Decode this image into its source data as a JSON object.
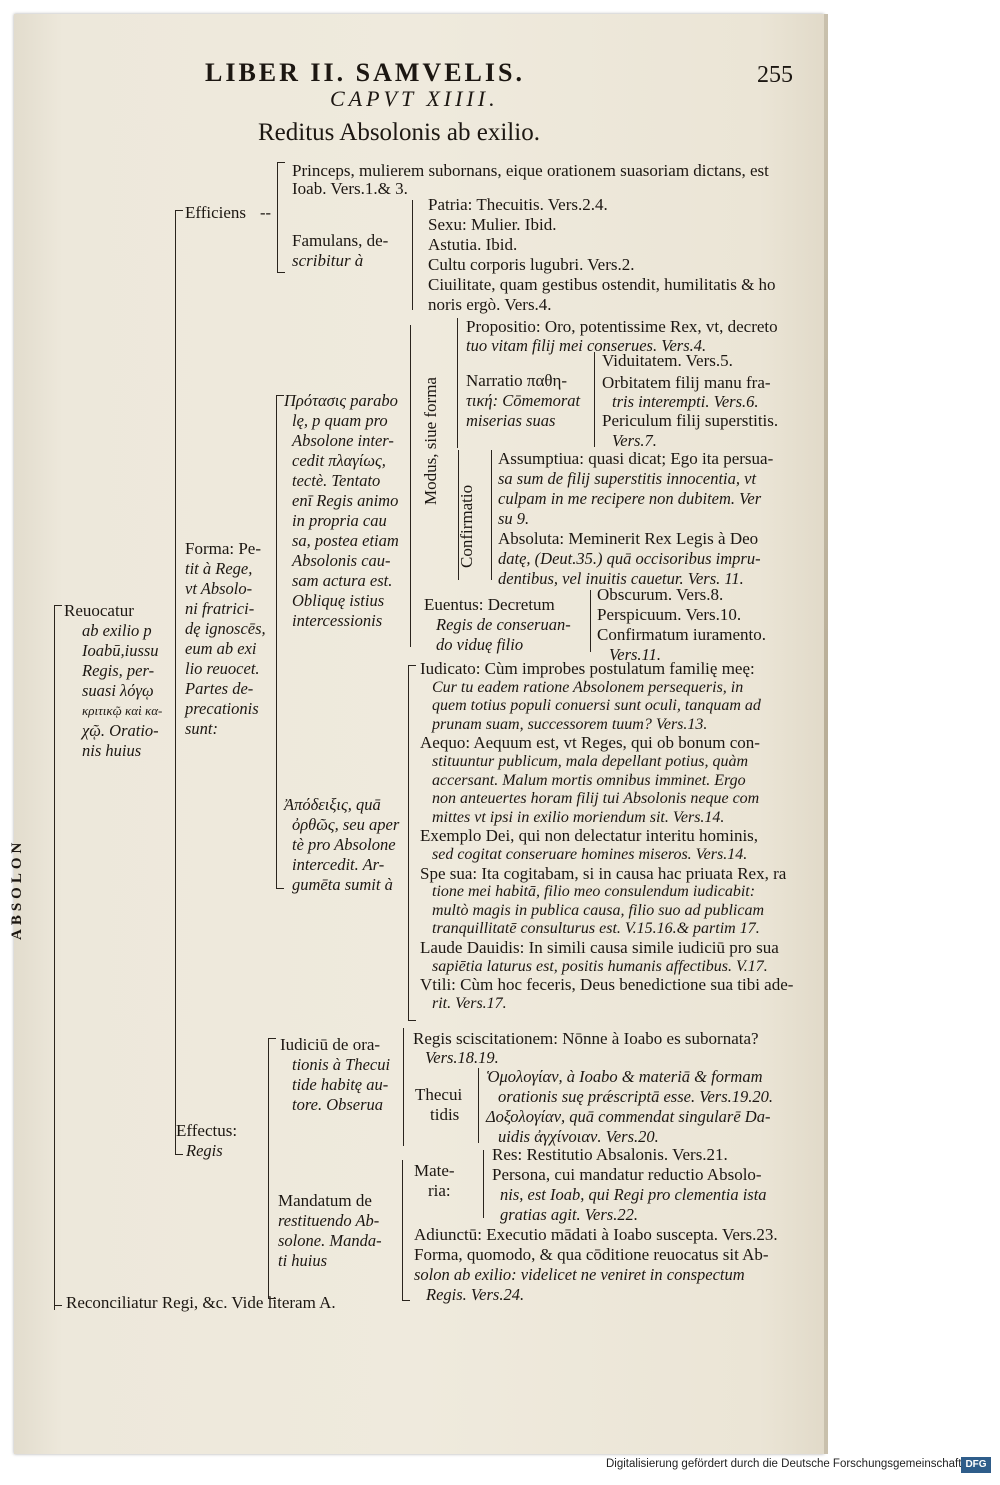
{
  "header": {
    "running_title": "LIBER II. SAMVELIS.",
    "page_number": "255",
    "chapter": "CAPVT XIIII.",
    "heading": "Reditus Absolonis ab exilio."
  },
  "side_label": "ABSOLON",
  "tree": {
    "efficiens": "Efficiens",
    "princeps_1": "Princeps, mulierem subornans, eique orationem suasoriam dictans, est",
    "princeps_2": "Ioab. Vers.1.& 3.",
    "famulans_1": "Famulans, de-",
    "famulans_2": "scribitur à",
    "fam_patria": "Patria: Thecuitis. Vers.2.4.",
    "fam_sexu": "Sexu: Mulier. Ibid.",
    "fam_astutia": "Astutia. Ibid.",
    "fam_cultu": "Cultu corporis lugubri. Vers.2.",
    "fam_ciuil_1": "Ciuilitate, quam gestibus ostendit, humilitatis & ho",
    "fam_ciuil_2": "noris ergò. Vers.4.",
    "reuocatur": [
      "Reuocatur",
      "ab exilio p",
      "Ioabū,iussu",
      "Regis, per-",
      "suasi λόγῳ",
      "κριτικῷ καὶ κα-",
      "χῷ. Oratio-",
      "nis huius"
    ],
    "forma": [
      "Forma: Pe-",
      "tit à Rege,",
      "vt Absolo-",
      "ni fratrici-",
      "dę ignoscēs,",
      "eum ab exi",
      "lio reuocet.",
      "Partes de-",
      "precationis",
      "sunt:"
    ],
    "protasis": [
      "Πρότασις parabo",
      "lę, p quam pro",
      "Absolone inter-",
      "cedit πλαγίως,",
      "tectè. Tentato",
      "enī Regis animo",
      "in propria cau",
      "sa, postea etiam",
      "Absolonis cau-",
      "sam actura est.",
      "Obliquę istius",
      "intercessionis"
    ],
    "modus_label": "Modus, siue forma",
    "confirmatio_label": "Confirmatio",
    "propositio_1": "Propositio: Oro, potentissime Rex, vt, decreto",
    "propositio_2": "tuo vitam filij mei conserues. Vers.4.",
    "narratio": [
      "Narratio παθη-",
      "τική: Cōmemorat",
      "miserias suas"
    ],
    "narr_viduitatem": "Viduitatem. Vers.5.",
    "narr_orbitatem_1": "Orbitatem filij manu fra-",
    "narr_orbitatem_2": "tris interempti. Vers.6.",
    "narr_periculum_1": "Periculum filij superstitis.",
    "narr_periculum_2": "Vers.7.",
    "assumptiua": [
      "Assumptiua: quasi dicat; Ego ita persua-",
      "sa sum de filij superstitis innocentia, vt",
      "culpam in me recipere non dubitem. Ver",
      "su 9."
    ],
    "absoluta": [
      "Absoluta: Meminerit Rex Legis à Deo",
      "datę, (Deut.35.) quā occisoribus impru-",
      "dentibus, vel inuitis cauetur. Vers. 11."
    ],
    "euentus": [
      "Euentus: Decretum",
      "Regis de conseruan-",
      "do viduę filio"
    ],
    "ev_obscurum": "Obscurum. Vers.8.",
    "ev_perspicuum": "Perspicuum. Vers.10.",
    "ev_confirmatum_1": "Confirmatum iuramento.",
    "ev_confirmatum_2": "Vers.11.",
    "apodeixis": [
      "Ἀπόδειξις, quā",
      "ὀρθῶς, seu aper",
      "tè pro Absolone",
      "intercedit. Ar-",
      "gumēta sumit à"
    ],
    "arg_lines": [
      "Iudicato: Cùm improbes postulatum familię meę:",
      "Cur tu eadem ratione Absolonem persequeris, in",
      "quem totius populi conuersi sunt oculi, tanquam ad",
      "prunam suam, successorem tuum? Vers.13.",
      "Aequo: Aequum est, vt Reges, qui ob bonum con-",
      "stituuntur publicum, mala depellant potius, quàm",
      "accersant. Malum mortis omnibus imminet. Ergo",
      "non anteuertes horam filij tui Absolonis neque com",
      "mittes vt ipsi in exilio moriendum sit. Vers.14.",
      "Exemplo Dei, qui non delectatur interitu hominis,",
      "sed cogitat conseruare homines miseros. Vers.14.",
      "Spe sua: Ita cogitabam, si in causa hac priuata Rex, ra",
      "tione mei habitā, filio meo consulendum iudicabit:",
      "multò magis in publica causa, filio suo ad publicam",
      "tranquillitatē consulturus est. V.15.16.& partim 17.",
      "Laude Dauidis: In simili causa simile iudiciū pro sua",
      "sapiētia laturus est, positis humanis affectibus. V.17.",
      "Vtili: Cùm hoc feceris, Deus benedictione sua tibi ade-",
      "rit. Vers.17."
    ],
    "effectus": [
      "Effectus:",
      "Regis"
    ],
    "iudicium": [
      "Iudiciū de ora-",
      "tionis à Thecui",
      "tide habitę au-",
      "tore. Obserua"
    ],
    "iud_regis_1": "Regis sciscitationem: Nōnne à Ioabo es subornata?",
    "iud_regis_2": "Vers.18.19.",
    "thecuitidis": [
      "Thecui",
      "tidis"
    ],
    "theo_lines": [
      "Ὁμολογίαν, à Ioabo & materiā & formam",
      "orationis suę prǽscriptā esse. Vers.19.20.",
      "Δοξολογίαν, quā commendat singularē Da-",
      "uidis ἀγχίνοιαν. Vers.20."
    ],
    "mandatum": [
      "Mandatum de",
      "restituendo Ab-",
      "solone. Manda-",
      "ti huius"
    ],
    "materia": [
      "Mate-",
      "ria:"
    ],
    "mat_res": "Res: Restitutio Absalonis. Vers.21.",
    "mat_persona": [
      "Persona, cui mandatur reductio Absolo-",
      "nis, est Ioab, qui Regi pro clementia ista",
      "gratias agit. Vers.22."
    ],
    "adiunctū": "Adiunctū: Executio mādati à Ioabo suscepta. Vers.23.",
    "forma_mand": [
      "Forma, quomodo, & qua cōditione reuocatus sit Ab-",
      "solon ab exilio: videlicet ne veniret in conspectum",
      "Regis. Vers.24."
    ],
    "reconciliatur": "Reconciliatur Regi, &c. Vide literam A."
  },
  "footer": {
    "credit": "Digitalisierung gefördert durch die Deutsche Forschungsgemeinschaft •",
    "logo": "DFG"
  }
}
